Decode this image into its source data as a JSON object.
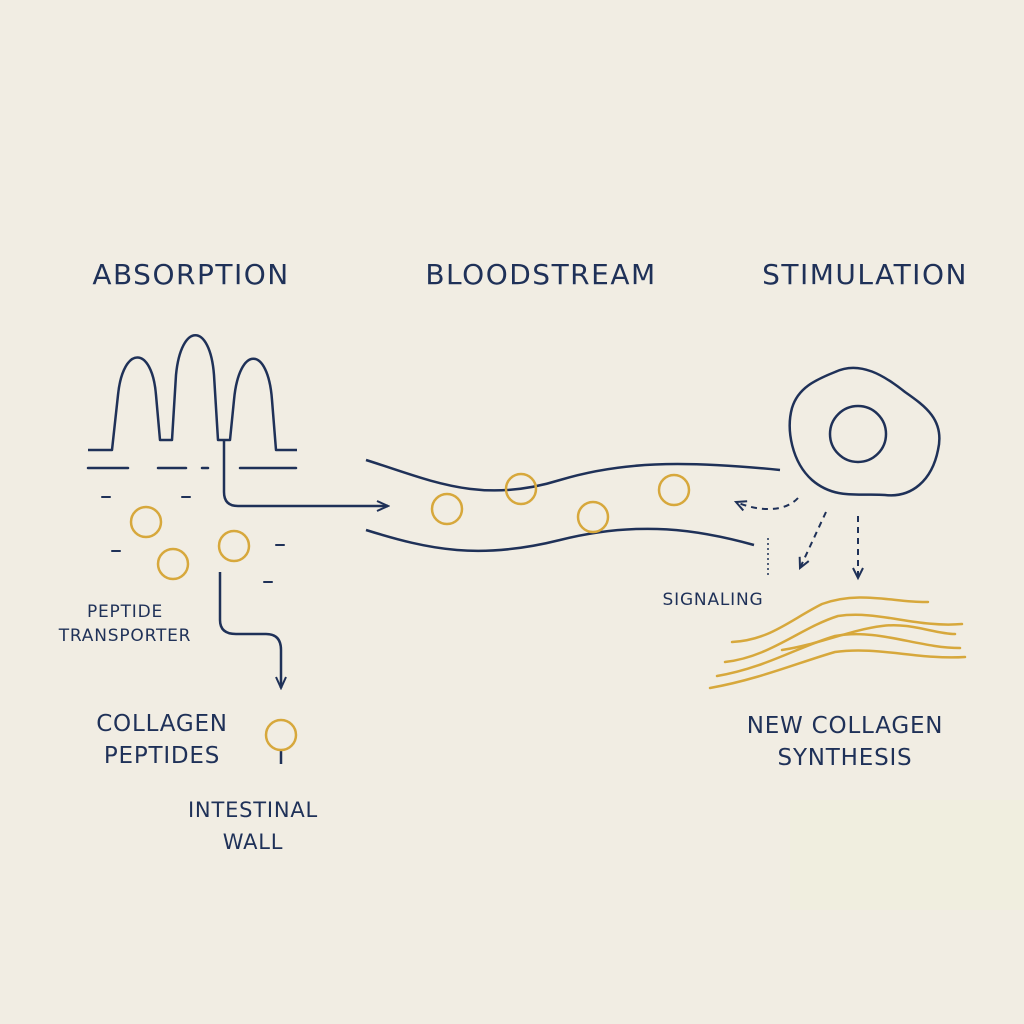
{
  "stages": {
    "absorption": "ABSORPTION",
    "bloodstream": "BLOODSTREAM",
    "stimulation": "STIMULATION"
  },
  "labels": {
    "peptide_transporter": [
      "PEPTIDE",
      "TRANSPORTER"
    ],
    "collagen_peptides": [
      "COLLAGEN",
      "PEPTIDES"
    ],
    "intestinal_wall": [
      "INTESTINAL",
      "WALL"
    ],
    "signaling": "SIGNALING",
    "new_collagen_synthesis": [
      "NEW COLLAGEN",
      "SYNTHESIS"
    ]
  },
  "colors": {
    "background": "#f1ede3",
    "line": "#1f3158",
    "peptide": "#d7a83c"
  }
}
